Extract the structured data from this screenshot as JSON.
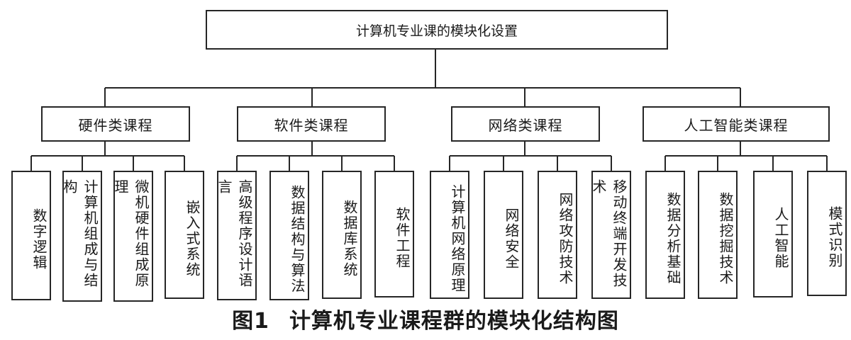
{
  "root": {
    "label": "计算机专业课的模块化设置"
  },
  "categories": [
    {
      "label": "硬件类课程",
      "courses": [
        "数字逻辑",
        "计算机组成与结构",
        "微机硬件组成原理",
        "嵌入式系统"
      ]
    },
    {
      "label": "软件类课程",
      "courses": [
        "高级程序设计语言",
        "数据结构与算法",
        "数据库系统",
        "软件工程"
      ]
    },
    {
      "label": "网络类课程",
      "courses": [
        "计算机网络原理",
        "网络安全",
        "网络攻防技术",
        "移动终端开发技术"
      ]
    },
    {
      "label": "人工智能类课程",
      "courses": [
        "数据分析基础",
        "数据挖掘技术",
        "人工智能",
        "模式识别"
      ]
    }
  ],
  "caption": {
    "number": "图1",
    "text": "计算机专业课程群的模块化结构图"
  }
}
